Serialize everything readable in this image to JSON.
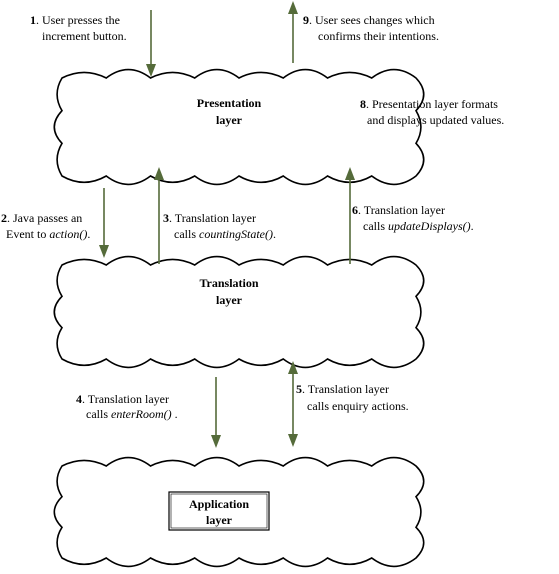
{
  "colors": {
    "arrow": "#556b3a",
    "outline": "#000000",
    "background": "#ffffff"
  },
  "layers": {
    "presentation": {
      "line1": "Presentation",
      "line2": "layer"
    },
    "translation": {
      "line1": "Translation",
      "line2": "layer"
    },
    "application": {
      "line1": "Application",
      "line2": "layer"
    }
  },
  "steps": {
    "s1": {
      "num": "1",
      "line1": ". User presses the",
      "line2": "increment button."
    },
    "s2": {
      "num": "2",
      "line1": ". Java passes an",
      "line2": "Event  to ",
      "italic": "action()",
      "tail": "."
    },
    "s3": {
      "num": "3",
      "line1": ". Translation layer",
      "line2": "calls  ",
      "italic": "countingState()",
      "tail": "."
    },
    "s4": {
      "num": "4",
      "line1": ". Translation layer",
      "line2": "calls  ",
      "italic": "enterRoom()",
      "tail": "   ."
    },
    "s5": {
      "num": "5",
      "line1": ". Translation layer",
      "line2": "calls  enquiry actions."
    },
    "s6": {
      "num": "6",
      "line1": ". Translation layer",
      "line2": "calls  ",
      "italic": "updateDisplays()",
      "tail": "."
    },
    "s8": {
      "num": "8",
      "line1": ". Presentation layer formats",
      "line2": "and displays updated values."
    },
    "s9": {
      "num": "9",
      "line1": ". User sees changes which",
      "line2": "confirms their intentions."
    }
  }
}
